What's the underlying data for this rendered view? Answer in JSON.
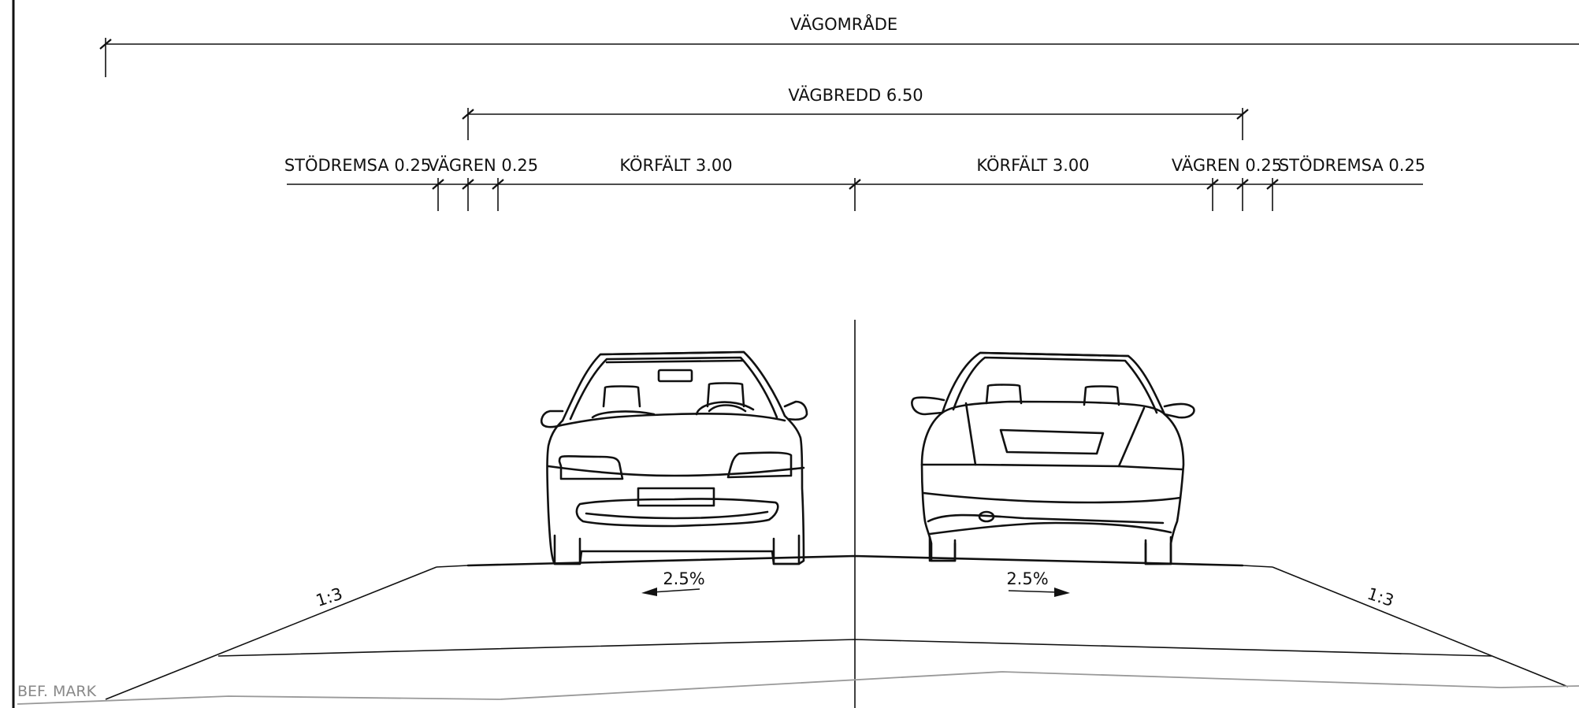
{
  "labels": {
    "vagomrade": "VÄGOMRÅDE",
    "vagbredd": "VÄGBREDD 6.50",
    "stodremsa_left": "STÖDREMSA 0.25",
    "vagren_left": "VÄGREN 0.25",
    "korfalt_left": "KÖRFÄLT 3.00",
    "korfalt_right": "KÖRFÄLT 3.00",
    "vagren_right": "VÄGREN 0.25",
    "stodremsa_right": "STÖDREMSA 0.25",
    "slope_left": "2.5%",
    "slope_right": "2.5%",
    "embankment_left": "1:3",
    "embankment_right": "1:3",
    "ground": "BEF. MARK"
  },
  "colors": {
    "line": "#111111",
    "ground_line": "#999999",
    "background": "#ffffff"
  }
}
